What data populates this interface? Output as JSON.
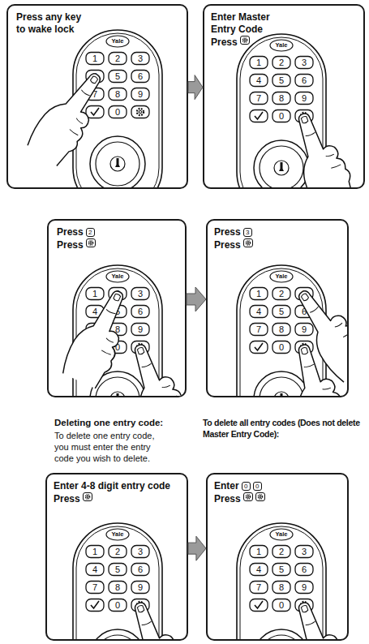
{
  "diagram": {
    "nodes": [
      {
        "text": [
          "Press any key to wake lock"
        ]
      },
      {
        "text": [
          "Enter Master Entry Code",
          "Press"
        ]
      },
      {
        "text": [
          "Press",
          "2",
          "Press"
        ]
      },
      {
        "text": [
          "Press",
          "3",
          "Press"
        ]
      },
      {
        "text": [
          "Enter 4-8 digit entry code",
          "Press"
        ]
      },
      {
        "text": [
          "Enter",
          "0",
          "0",
          "Press"
        ]
      }
    ],
    "edges": [
      {
        "from": 0,
        "to": 1,
        "arrow": "to"
      },
      {
        "from": 2,
        "to": 3,
        "arrow": "to"
      },
      {
        "from": 4,
        "to": 5,
        "arrow": "to"
      }
    ],
    "labels": [
      "Deleting one entry code:",
      "To delete one entry code, you must enter the entry code you wish to delete.",
      "To delete all entry codes (Does not delete Master Entry Code):",
      "Yale",
      "1",
      "2",
      "3",
      "4",
      "5",
      "6",
      "7",
      "8",
      "9",
      "0",
      "Yale",
      "1",
      "2",
      "3",
      "4",
      "5",
      "6",
      "7",
      "8",
      "9",
      "0",
      "Yale",
      "1",
      "2",
      "3",
      "4",
      "5",
      "6",
      "7",
      "8",
      "9",
      "0",
      "Yale",
      "1",
      "2",
      "3",
      "4",
      "5",
      "6",
      "7",
      "8",
      "9",
      "0",
      "Yale",
      "1",
      "2",
      "3",
      "4",
      "5",
      "6",
      "7",
      "8",
      "9",
      "0",
      "Yale",
      "1",
      "2",
      "3",
      "4",
      "5",
      "6",
      "7",
      "8",
      "9",
      "0"
    ]
  }
}
